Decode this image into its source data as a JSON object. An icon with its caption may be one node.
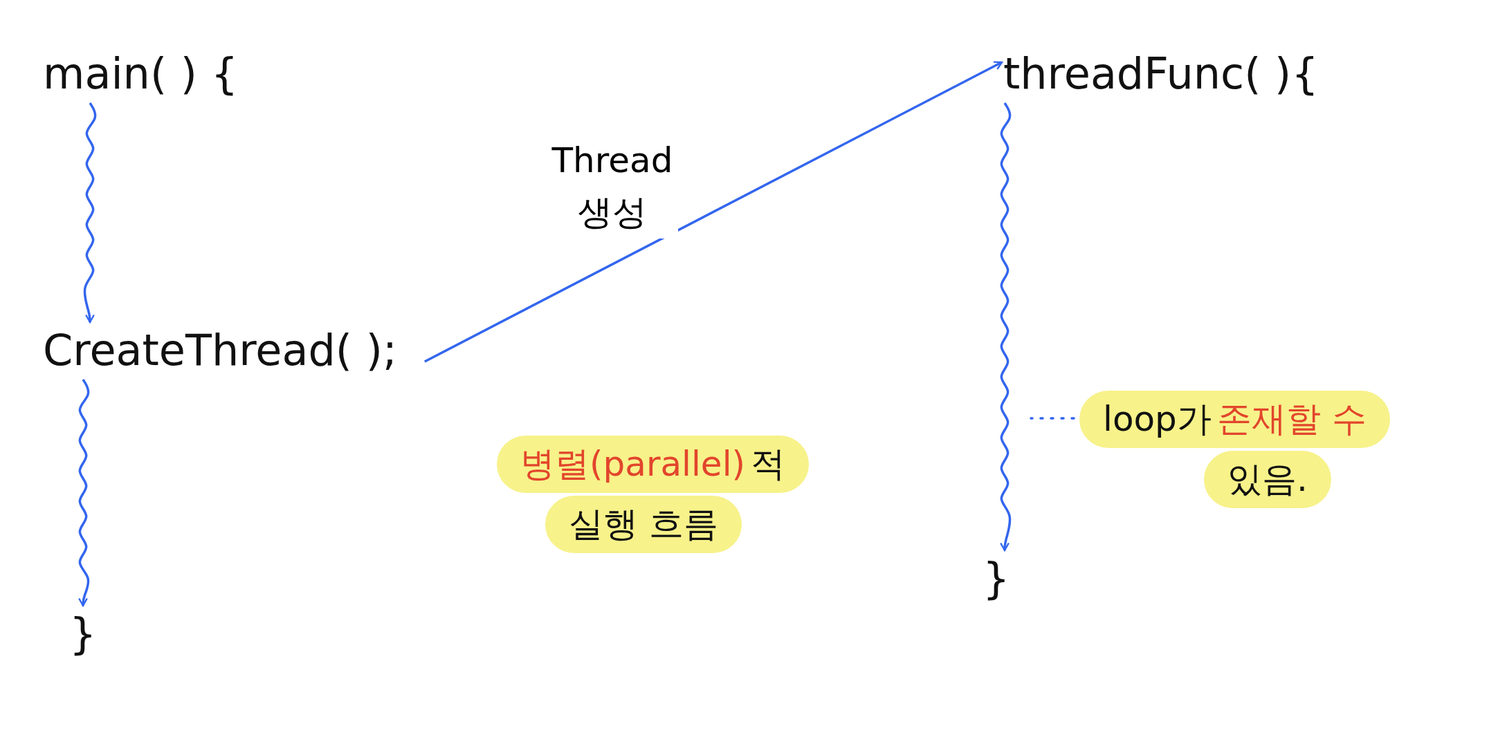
{
  "diagram": {
    "nodes": [
      {
        "text": [
          "main( ) {"
        ]
      },
      {
        "text": [
          "CreateThread( );"
        ]
      },
      {
        "text": [
          "}"
        ]
      },
      {
        "text": [
          "threadFunc( ){"
        ]
      },
      {
        "text": [
          "}"
        ]
      },
      {
        "text": [
          "loop가",
          "존재할 수"
        ]
      },
      {
        "text": [
          "병렬(parallel)",
          "적"
        ]
      },
      {
        "text": [
          "있음."
        ]
      },
      {
        "text": [
          "실행 흐름"
        ]
      }
    ],
    "edges": [
      {
        "from": 0,
        "to": 1,
        "arrow": "to"
      },
      {
        "from": 1,
        "to": 2,
        "arrow": "to"
      },
      {
        "from": 1,
        "to": 3,
        "arrow": "to",
        "label": "Thread 생성"
      },
      {
        "from": 3,
        "to": 4,
        "arrow": "to"
      },
      {
        "from": 5,
        "to": null,
        "arrow": "none",
        "style": "dashed"
      }
    ]
  }
}
